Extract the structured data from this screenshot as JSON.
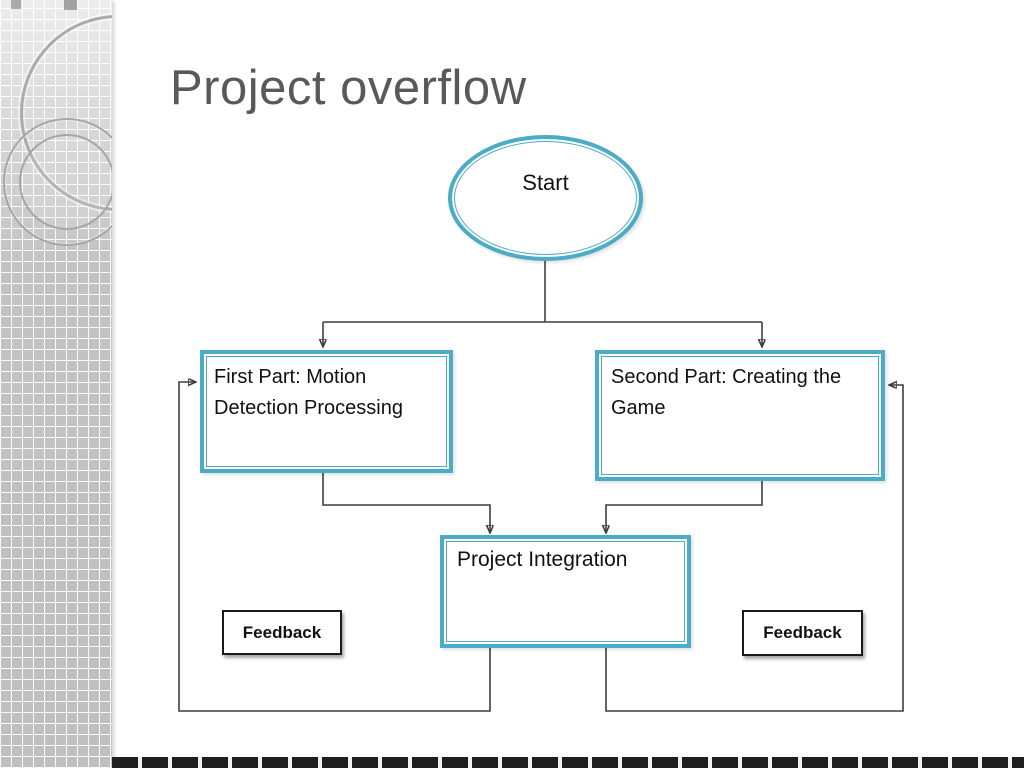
{
  "slide": {
    "title": "Project overflow"
  },
  "flowchart": {
    "nodes": {
      "start": {
        "label": "Start",
        "shape": "ellipse"
      },
      "first_part": {
        "label": "First Part: Motion Detection Processing",
        "shape": "rect"
      },
      "second_part": {
        "label": "Second Part: Creating the Game",
        "shape": "rect"
      },
      "integration": {
        "label": "Project Integration",
        "shape": "rect"
      },
      "feedback_left": {
        "label": "Feedback",
        "shape": "rect"
      },
      "feedback_right": {
        "label": "Feedback",
        "shape": "rect"
      }
    },
    "edges": [
      "start -> first_part",
      "start -> second_part",
      "first_part -> integration",
      "second_part -> integration",
      "integration -> first_part (feedback loop)",
      "integration -> second_part (feedback loop)"
    ]
  },
  "colors": {
    "accent-teal": "#4BACC6",
    "line-color": "#3f3f3f",
    "title-gray": "#595959"
  }
}
